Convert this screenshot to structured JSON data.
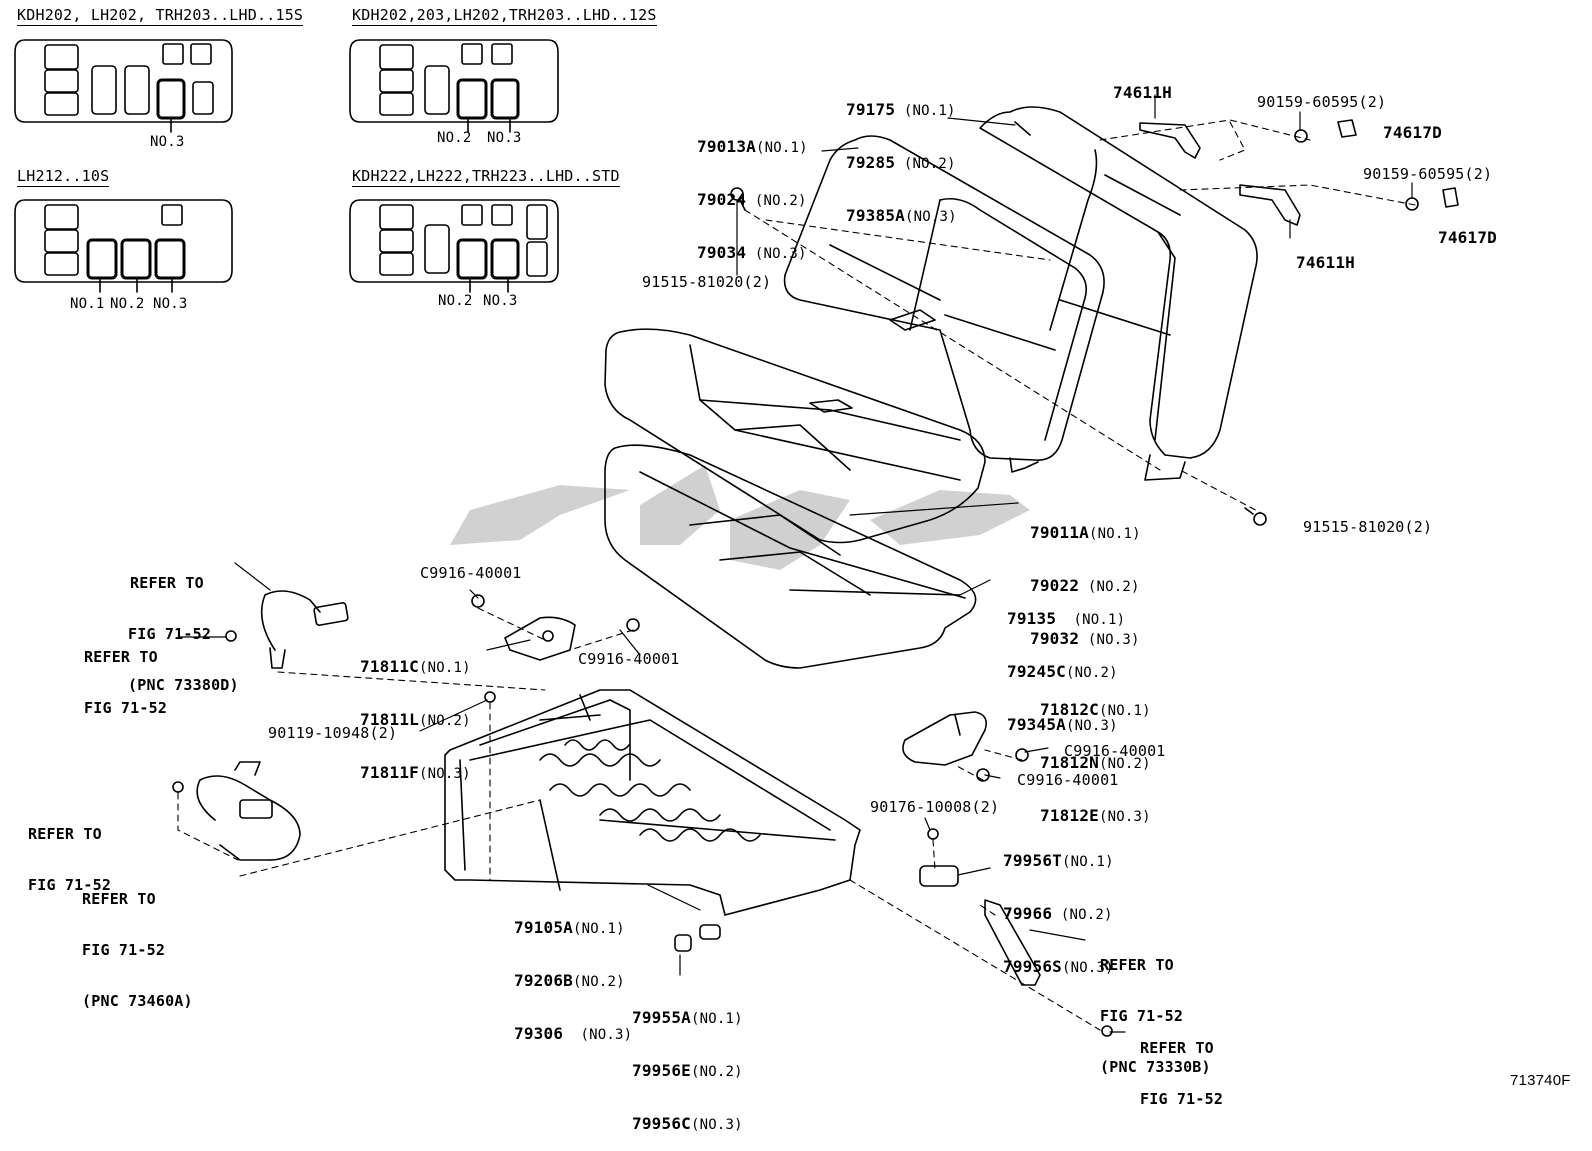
{
  "variants": [
    {
      "header": "KDH202, LH202, TRH203..LHD..15S",
      "labels": [
        "NO.3"
      ]
    },
    {
      "header": "KDH202,203,LH202,TRH203..LHD..12S",
      "labels": [
        "NO.2",
        "NO.3"
      ]
    },
    {
      "header": "LH212..10S",
      "labels": [
        "NO.1",
        "NO.2",
        "NO.3"
      ]
    },
    {
      "header": "KDH222,LH222,TRH223..LHD..STD",
      "labels": [
        "NO.2",
        "NO.3"
      ]
    }
  ],
  "parts": {
    "p79175": [
      "79175",
      "(NO.1)"
    ],
    "p79285": [
      "79285",
      "(NO.2)"
    ],
    "p79385": [
      "79385A",
      "(NO.3)"
    ],
    "p79013": [
      "79013A",
      "(NO.1)"
    ],
    "p79024": [
      "79024",
      "(NO.2)"
    ],
    "p79034": [
      "79034",
      "(NO.3)"
    ],
    "p74611a": "74611H",
    "p74611b": "74611H",
    "p74617a": "74617D",
    "p74617b": "74617D",
    "p90159a": "90159-60595(2)",
    "p90159b": "90159-60595(2)",
    "p91515a": "91515-81020(2)",
    "p91515b": "91515-81020(2)",
    "p79011": [
      "79011A",
      "(NO.1)"
    ],
    "p79022": [
      "79022",
      "(NO.2)"
    ],
    "p79032": [
      "79032",
      "(NO.3)"
    ],
    "p79135": [
      "79135",
      "(NO.1)"
    ],
    "p79245": [
      "79245C",
      "(NO.2)"
    ],
    "p79345": [
      "79345A",
      "(NO.3)"
    ],
    "p71811c": [
      "71811C",
      "(NO.1)"
    ],
    "p71811l": [
      "71811L",
      "(NO.2)"
    ],
    "p71811f": [
      "71811F",
      "(NO.3)"
    ],
    "pc9916a": "C9916-40001",
    "pc9916b": "C9916-40001",
    "pc9916c": "C9916-40001",
    "pc9916d": "C9916-40001",
    "p90119": "90119-10948(2)",
    "p71812c": [
      "71812C",
      "(NO.1)"
    ],
    "p71812n": [
      "71812N",
      "(NO.2)"
    ],
    "p71812e": [
      "71812E",
      "(NO.3)"
    ],
    "p90176": "90176-10008(2)",
    "p79956t": [
      "79956T",
      "(NO.1)"
    ],
    "p79966": [
      "79966",
      "(NO.2)"
    ],
    "p79956s": [
      "79956S",
      "(NO.3)"
    ],
    "p79105": [
      "79105A",
      "(NO.1)"
    ],
    "p79206": [
      "79206B",
      "(NO.2)"
    ],
    "p79306": [
      "79306",
      "(NO.3)"
    ],
    "p79955a": [
      "79955A",
      "(NO.1)"
    ],
    "p79956e": [
      "79956E",
      "(NO.2)"
    ],
    "p79956c": [
      "79956C",
      "(NO.3)"
    ]
  },
  "refers": {
    "r1": [
      "REFER TO",
      "FIG 71-52",
      "(PNC 73380D)"
    ],
    "r2": [
      "REFER TO",
      "FIG 71-52"
    ],
    "r3": [
      "REFER TO",
      "FIG 71-52"
    ],
    "r4": [
      "REFER TO",
      "FIG 71-52",
      "(PNC 73460A)"
    ],
    "r5": [
      "REFER TO",
      "FIG 71-52",
      "(PNC 73330B)"
    ],
    "r6": [
      "REFER TO",
      "FIG 71-52"
    ]
  },
  "figure_id": "713740F"
}
